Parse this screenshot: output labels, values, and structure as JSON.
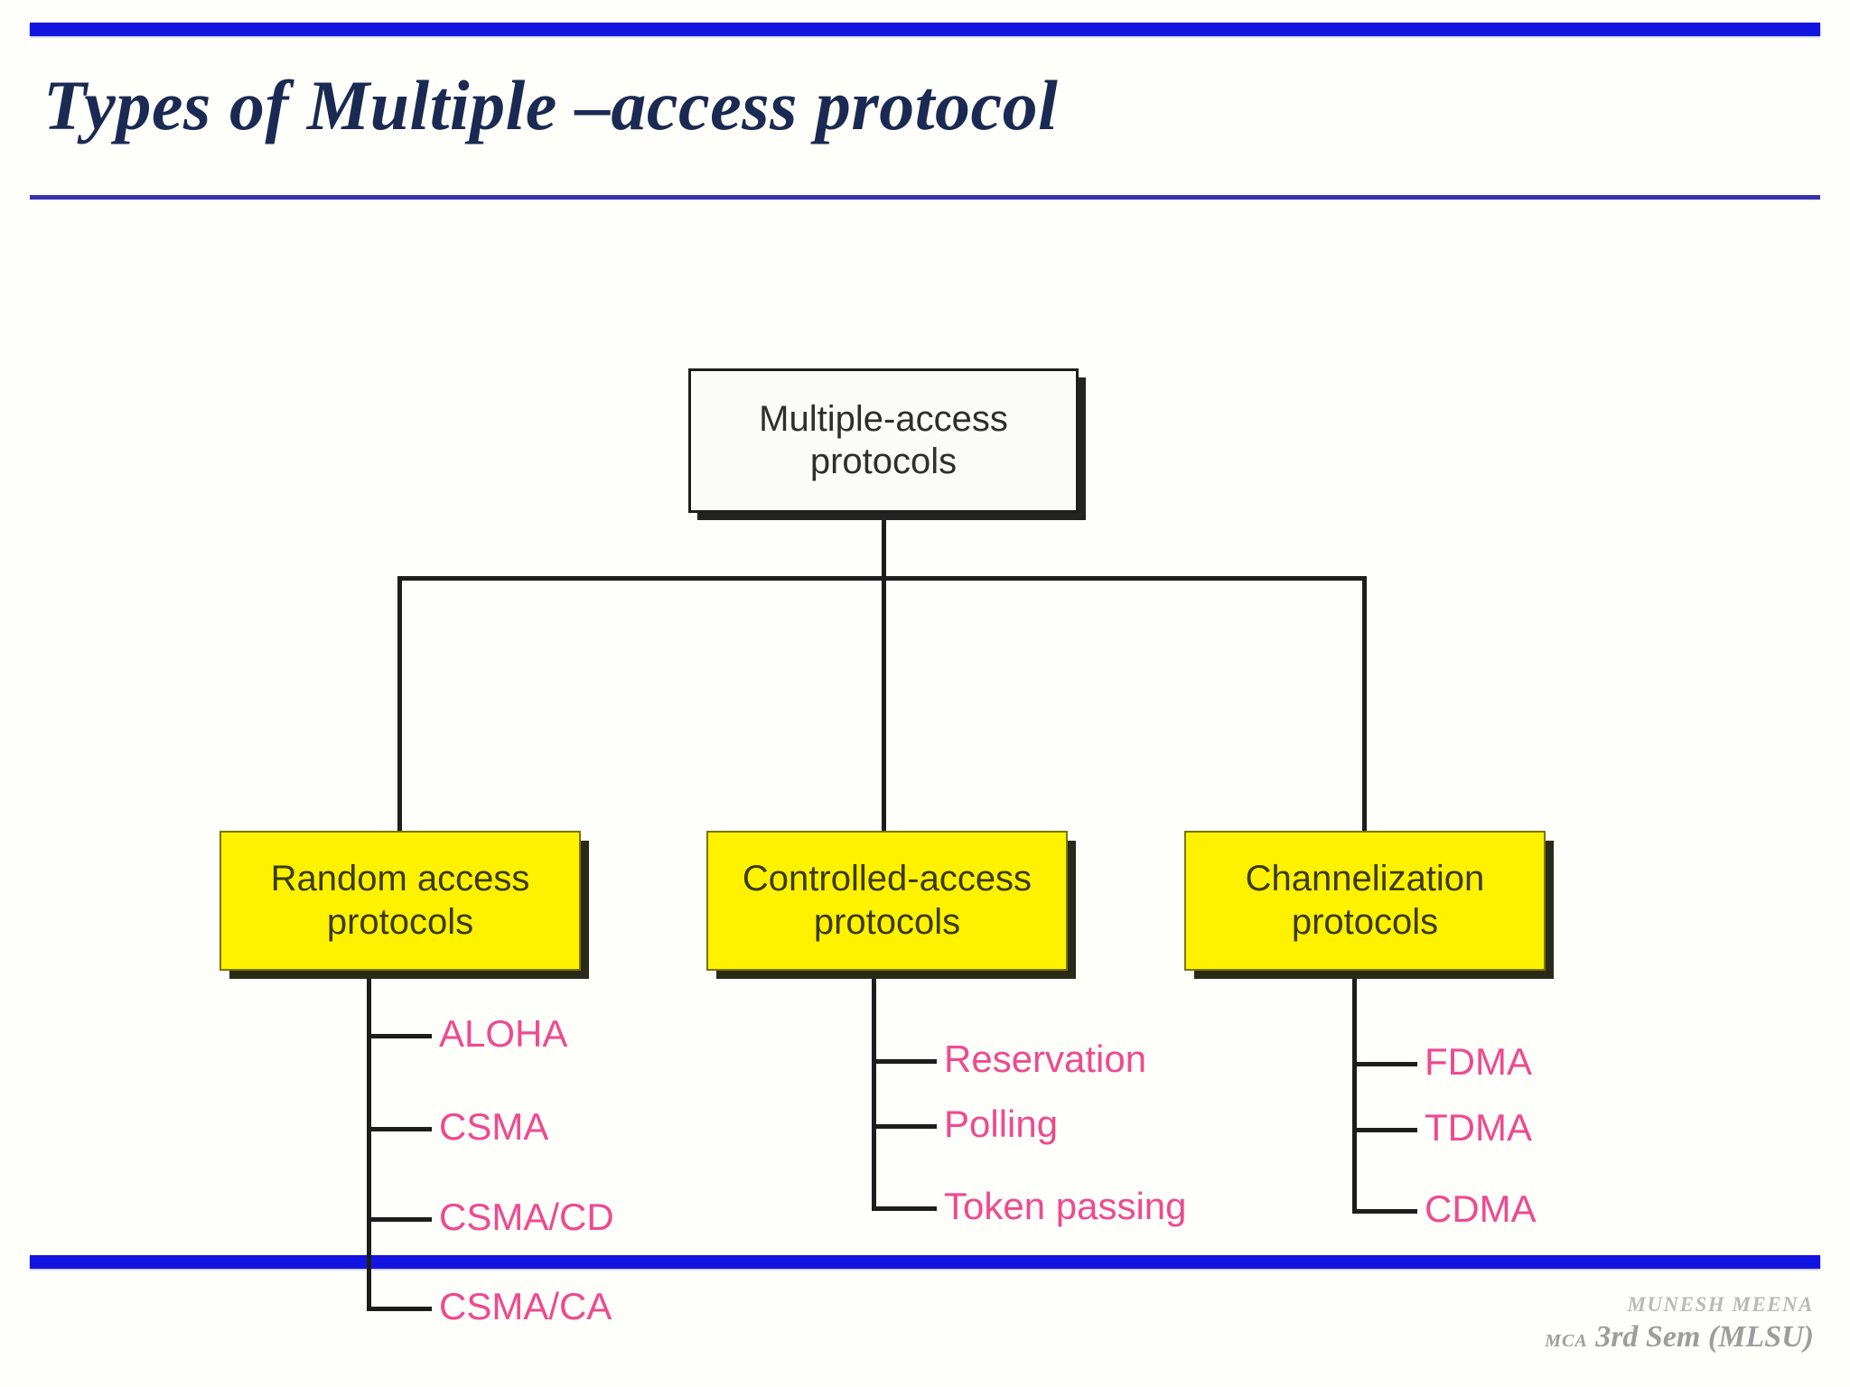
{
  "slide": {
    "title": "Types of Multiple –access protocol",
    "accent_color": "#1414e0",
    "title_color": "#1b2a52",
    "rule_color": "#3a31b0"
  },
  "diagram": {
    "type": "tree",
    "root": {
      "label": "Multiple-access\nprotocols",
      "fill": "#fbfbf9",
      "border": "#1d1d1d",
      "text_color": "#2e2e2e"
    },
    "categories": [
      {
        "label": "Random access\nprotocols",
        "fill": "#fff200",
        "text_color": "#3b3a00",
        "leaves": [
          "ALOHA",
          "CSMA",
          "CSMA/CD",
          "CSMA/CA"
        ]
      },
      {
        "label": "Controlled-access\nprotocols",
        "fill": "#fff200",
        "text_color": "#3b3a00",
        "leaves": [
          "Reservation",
          "Polling",
          "Token passing"
        ]
      },
      {
        "label": "Channelization\nprotocols",
        "fill": "#fff200",
        "text_color": "#3b3a00",
        "leaves": [
          "FDMA",
          "TDMA",
          "CDMA"
        ]
      }
    ],
    "leaf_text_color": "#ee4a8e",
    "connector_color": "#1d1d1d"
  },
  "footer": {
    "author": "MUNESH  MEENA",
    "course_prefix": "MCA",
    "course": "3rd Sem (MLSU)"
  }
}
